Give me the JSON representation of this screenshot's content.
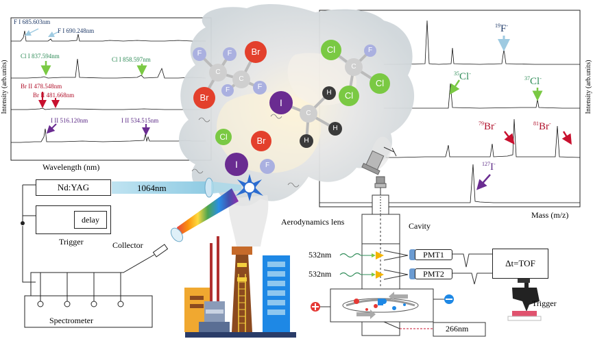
{
  "left_panel": {
    "ylabel": "Intensity (arb.units)",
    "xlabel": "Wavelength (nm)",
    "peaks": {
      "f1": "F I 685.603nm",
      "f2": "F I 690.248nm",
      "cl1": "Cl I 837.594nm",
      "cl2": "Cl I 858.597nm",
      "br1": "Br II 478.548nm",
      "br2": "Br II 481.668nm",
      "i1": "I II 516.120nm",
      "i2": "I II 534.515nm"
    }
  },
  "right_panel": {
    "ylabel": "Intensity (arb.units)",
    "xlabel": "Mass (m/z)",
    "ions": {
      "f": {
        "mass": "19",
        "sym": "F",
        "charge": "-"
      },
      "cl35": {
        "mass": "35",
        "sym": "Cl",
        "charge": "-"
      },
      "cl37": {
        "mass": "37",
        "sym": "Cl",
        "charge": "-"
      },
      "br79": {
        "mass": "79",
        "sym": "Br",
        "charge": "-"
      },
      "br81": {
        "mass": "81",
        "sym": "Br",
        "charge": "-"
      },
      "i127": {
        "mass": "127",
        "sym": "I",
        "charge": "-"
      }
    }
  },
  "molecules": {
    "atoms": {
      "F": "F",
      "Br": "Br",
      "C": "C",
      "Cl": "Cl",
      "I": "I",
      "H": "H"
    }
  },
  "apparatus": {
    "laser": "Nd:YAG",
    "wavelength_1064": "1064nm",
    "delay": "delay",
    "trigger_left": "Trigger",
    "collector": "Collector",
    "spectrometer": "Spectrometer",
    "aerodynamics_lens": "Aerodynamics lens",
    "cavity": "Cavity",
    "wavelength_532_a": "532nm",
    "wavelength_532_b": "532nm",
    "pmt1": "PMT1",
    "pmt2": "PMT2",
    "tof": "Δt=TOF",
    "trigger_right": "Trigger",
    "wavelength_266": "266nm"
  },
  "colors": {
    "fluorine": "#aab0e0",
    "bromine": "#e3402c",
    "carbon": "#cfcfcf",
    "chlorine": "#7ac943",
    "iodine": "#6a2c91",
    "hydrogen": "#3a3a3a",
    "beam": "#a8d8ea",
    "arrow_green": "#7ac943",
    "arrow_red": "#c8102e",
    "arrow_purple": "#6a2c91",
    "arrow_blue": "#9ecae1"
  }
}
